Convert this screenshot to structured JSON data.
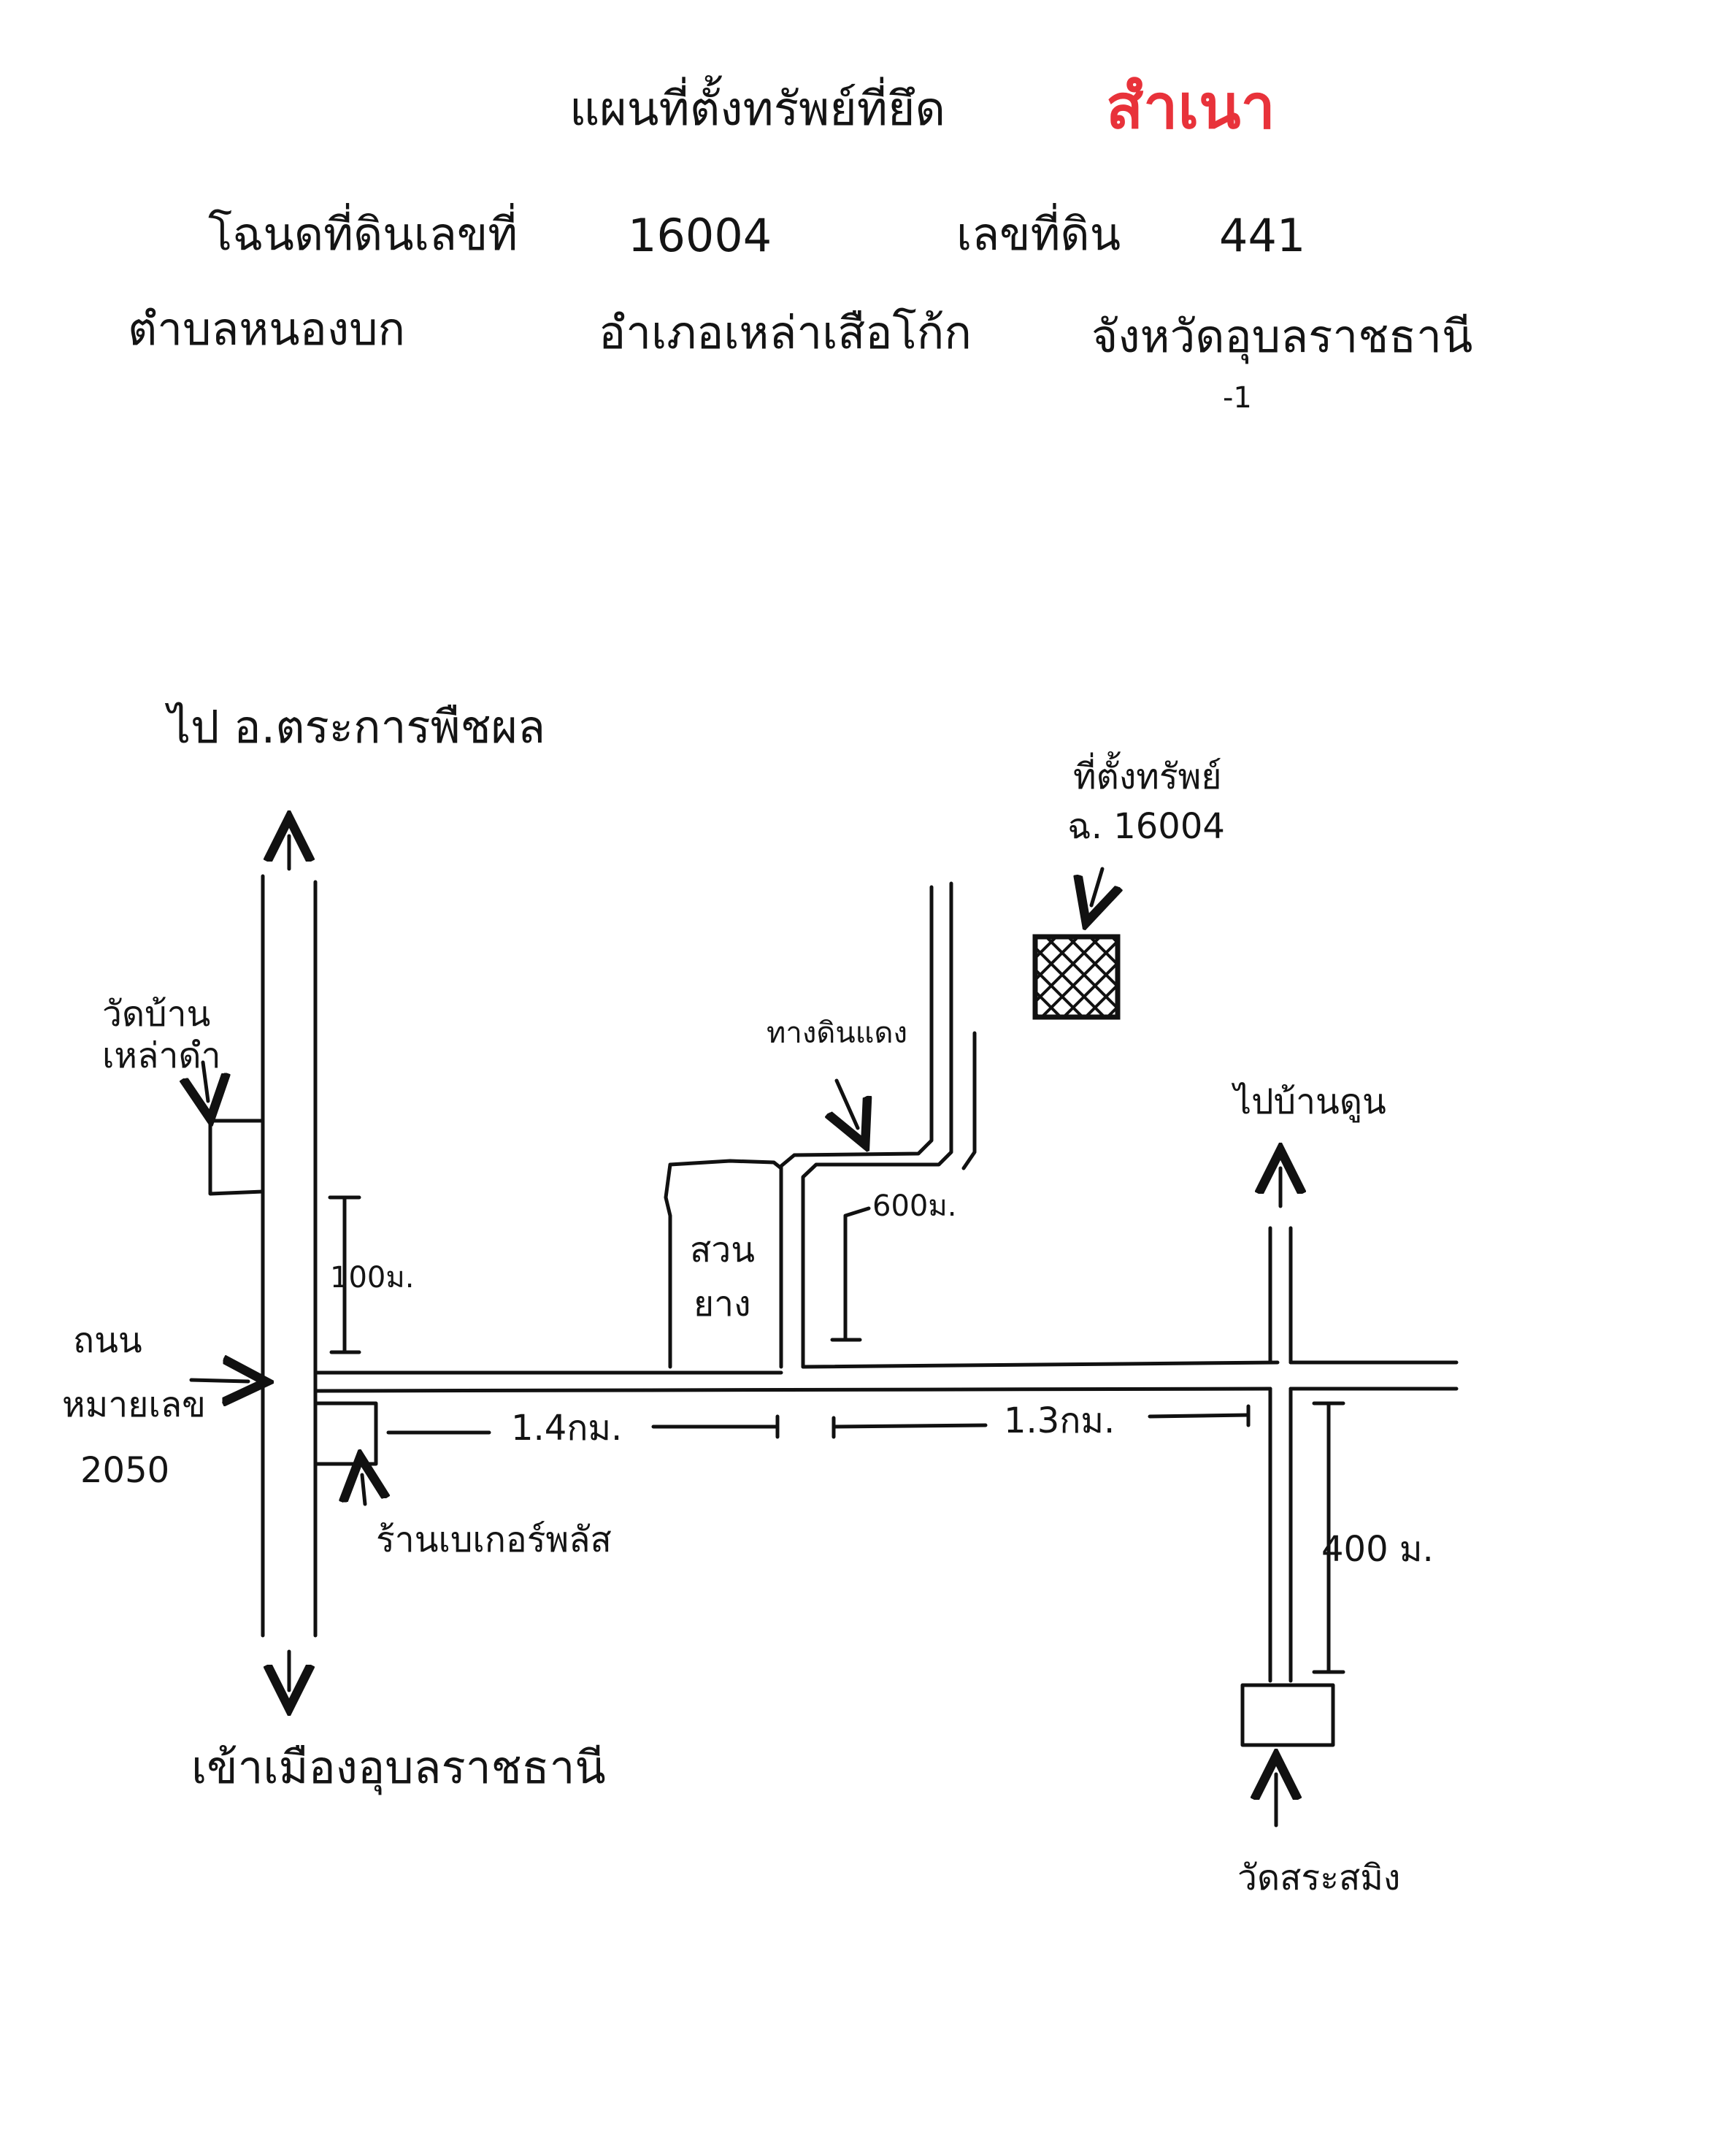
{
  "header": {
    "title": "แผนที่ตั้งทรัพย์ที่ยึด",
    "stamp": "สำเนา",
    "deed_label": "โฉนดที่ดินเลขที่",
    "deed_number": "16004",
    "land_no_label": "เลขที่ดิน",
    "land_no": "441",
    "subdistrict": "ตำบลหนองบก",
    "district": "อำเภอเหล่าเสือโก้ก",
    "province": "จังหวัดอุบลราชธานี",
    "note": "-1"
  },
  "map": {
    "to_north": "ไป อ.ตระการพืชผล",
    "to_south": "เข้าเมืองอุบลราชธานี",
    "temple_left": [
      "วัดบ้าน",
      "เหล่าดำ"
    ],
    "road_label": [
      "ถนน",
      "หมายเลข",
      "2050"
    ],
    "dist_left_vertical": "100ม.",
    "shop": "ร้านเบเกอร์พลัส",
    "dist_1": "1.4กม.",
    "dist_2": "1.3กม.",
    "dirt_road": "ทางดินแดง",
    "rubber_garden": [
      "สวน",
      "ยาง"
    ],
    "dist_side": "600ม.",
    "property": [
      "ที่ตั้งทรัพย์",
      "ฉ. 16004"
    ],
    "to_east": "ไปบ้านดูน",
    "dist_right": "400 ม.",
    "temple_right": "วัดสระสมิง"
  }
}
